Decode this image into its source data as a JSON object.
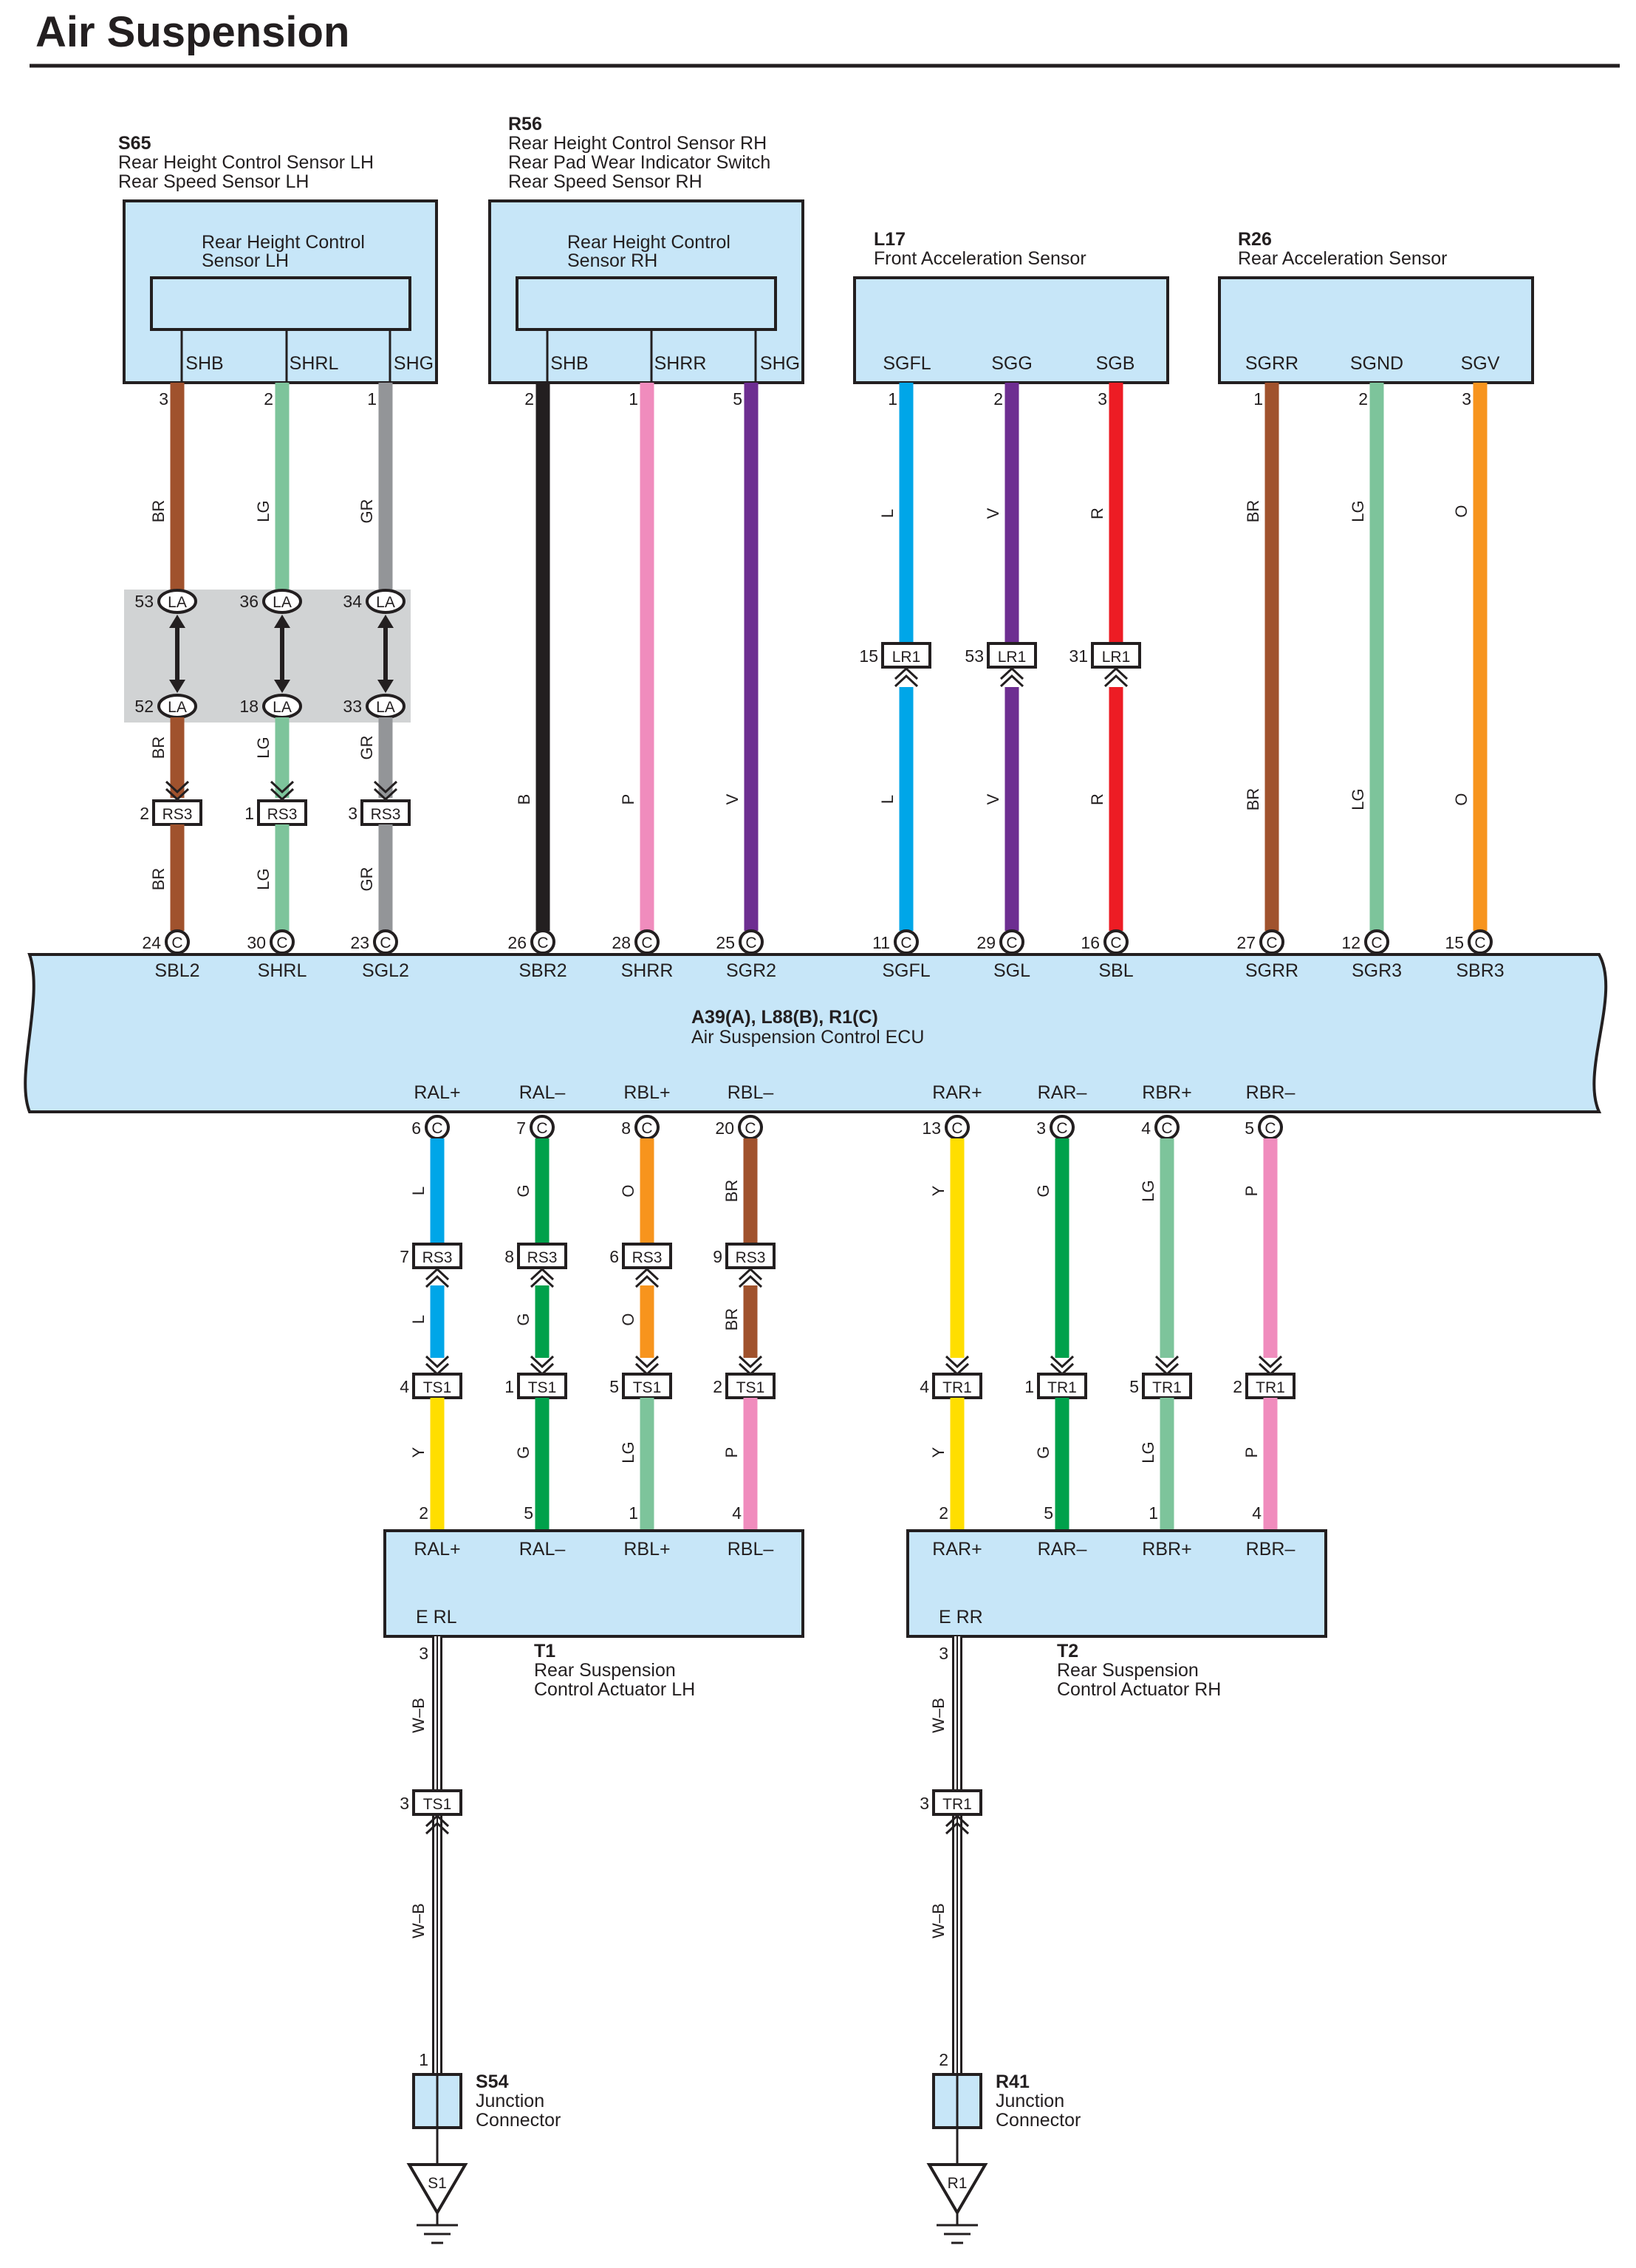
{
  "title": "Air Suspension",
  "colors": {
    "BR": "#a0522d",
    "LG": "#7dc49b",
    "GR": "#939598",
    "B": "#231f20",
    "P": "#f08cbd",
    "V": "#6d2e91",
    "L": "#00a6e8",
    "R": "#ed1c24",
    "O": "#f7941d",
    "G": "#00a14b",
    "Y": "#ffde00",
    "box": "#c7e6f8",
    "shade": "#d1d3d4",
    "ink": "#231f20"
  },
  "components": [
    {
      "code": "S65",
      "lines": [
        "Rear Height Control Sensor LH",
        "Rear Speed Sensor LH"
      ],
      "inner": [
        "Rear Height Control",
        "Sensor LH"
      ],
      "pins": [
        "SHB",
        "SHRL",
        "SHG"
      ]
    },
    {
      "code": "R56",
      "lines": [
        "Rear Height Control Sensor RH",
        "Rear Pad Wear Indicator Switch",
        "Rear Speed Sensor RH"
      ],
      "inner": [
        "Rear Height Control",
        "Sensor RH"
      ],
      "pins": [
        "SHB",
        "SHRR",
        "SHG"
      ]
    },
    {
      "code": "L17",
      "lines": [
        "Front Acceleration Sensor"
      ],
      "pins": [
        "SGFL",
        "SGG",
        "SGB"
      ]
    },
    {
      "code": "R26",
      "lines": [
        "Rear Acceleration Sensor"
      ],
      "pins": [
        "SGRR",
        "SGND",
        "SGV"
      ]
    }
  ],
  "ecu": {
    "code": "A39(A), L88(B), R1(C)",
    "name": "Air Suspension Control ECU",
    "top_pins": [
      "SBL2",
      "SHRL",
      "SGL2",
      "SBR2",
      "SHRR",
      "SGR2",
      "SGFL",
      "SGL",
      "SBL",
      "SGRR",
      "SGR3",
      "SBR3"
    ],
    "top_pin_numbers": [
      "24",
      "30",
      "23",
      "26",
      "28",
      "25",
      "11",
      "29",
      "16",
      "27",
      "12",
      "15"
    ],
    "bottom_pins": [
      "RAL+",
      "RAL–",
      "RBL+",
      "RBL–",
      "RAR+",
      "RAR–",
      "RBR+",
      "RBR–"
    ],
    "bottom_pin_numbers": [
      "6",
      "7",
      "8",
      "20",
      "13",
      "3",
      "4",
      "5"
    ],
    "connector_letter": "C"
  },
  "upper_wires": [
    {
      "top_pin": "3",
      "upper": "BR",
      "la_top": "53",
      "la_bot": "52",
      "mid": "BR",
      "rs3": "2",
      "lower": "BR"
    },
    {
      "top_pin": "2",
      "upper": "LG",
      "la_top": "36",
      "la_bot": "18",
      "mid": "LG",
      "rs3": "1",
      "lower": "LG"
    },
    {
      "top_pin": "1",
      "upper": "GR",
      "la_top": "34",
      "la_bot": "33",
      "mid": "GR",
      "rs3": "3",
      "lower": "GR"
    },
    {
      "top_pin": "2",
      "lower": "B"
    },
    {
      "top_pin": "1",
      "lower": "P"
    },
    {
      "top_pin": "5",
      "lower": "V"
    },
    {
      "top_pin": "1",
      "upper": "L",
      "lr1": "15",
      "lower": "L"
    },
    {
      "top_pin": "2",
      "upper": "V",
      "lr1": "53",
      "lower": "V"
    },
    {
      "top_pin": "3",
      "upper": "R",
      "lr1": "31",
      "lower": "R"
    },
    {
      "top_pin": "1",
      "upper": "BR",
      "lower": "BR"
    },
    {
      "top_pin": "2",
      "upper": "LG",
      "lower": "LG"
    },
    {
      "top_pin": "3",
      "upper": "O",
      "lower": "O"
    }
  ],
  "lower_wires": [
    {
      "upper": "L",
      "rs3": "7",
      "mid": "L",
      "ts": "4",
      "lower": "Y",
      "act_pin": "2"
    },
    {
      "upper": "G",
      "rs3": "8",
      "mid": "G",
      "ts": "1",
      "lower": "G",
      "act_pin": "5"
    },
    {
      "upper": "O",
      "rs3": "6",
      "mid": "O",
      "ts": "5",
      "lower": "LG",
      "act_pin": "1"
    },
    {
      "upper": "BR",
      "rs3": "9",
      "mid": "BR",
      "ts": "2",
      "lower": "P",
      "act_pin": "4"
    },
    {
      "upper": "Y",
      "tr": "4",
      "lower": "Y",
      "act_pin": "2"
    },
    {
      "upper": "G",
      "tr": "1",
      "lower": "G",
      "act_pin": "5"
    },
    {
      "upper": "LG",
      "tr": "5",
      "lower": "LG",
      "act_pin": "1"
    },
    {
      "upper": "P",
      "tr": "2",
      "lower": "P",
      "act_pin": "4"
    }
  ],
  "connector_names": {
    "la": "LA",
    "rs3": "RS3",
    "lr1": "LR1",
    "ts1": "TS1",
    "tr1": "TR1"
  },
  "actuators": [
    {
      "code": "T1",
      "lines": [
        "Rear Suspension",
        "Control Actuator LH"
      ],
      "pins": [
        "RAL+",
        "RAL–",
        "RBL+",
        "RBL–"
      ],
      "ground_pin": "E RL",
      "ground_pin_no": "3",
      "wire": "W–B",
      "inline_no": "3",
      "inline_name": "TS1"
    },
    {
      "code": "T2",
      "lines": [
        "Rear Suspension",
        "Control Actuator RH"
      ],
      "pins": [
        "RAR+",
        "RAR–",
        "RBR+",
        "RBR–"
      ],
      "ground_pin": "E RR",
      "ground_pin_no": "3",
      "wire": "W–B",
      "inline_no": "3",
      "inline_name": "TR1"
    }
  ],
  "junctions": [
    {
      "code": "S54",
      "lines": [
        "Junction",
        "Connector"
      ],
      "pin": "1",
      "ground": "S1"
    },
    {
      "code": "R41",
      "lines": [
        "Junction",
        "Connector"
      ],
      "pin": "2",
      "ground": "R1"
    }
  ]
}
